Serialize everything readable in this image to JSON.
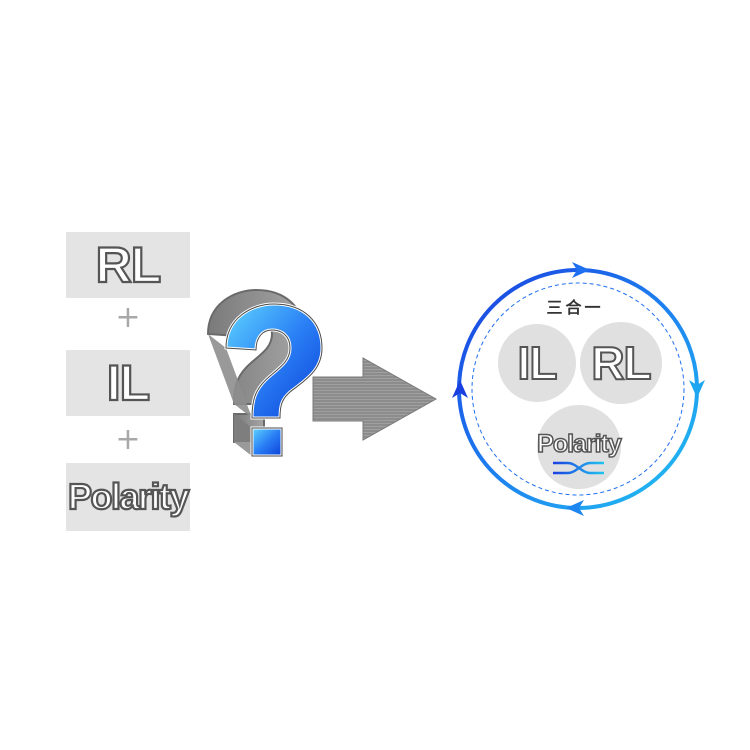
{
  "inputs": {
    "items": [
      {
        "label": "RL"
      },
      {
        "label": "IL"
      },
      {
        "label": "Polarity"
      }
    ],
    "plus_sign": "+"
  },
  "question_icon": "question-mark-3d-icon",
  "arrow_icon": "right-arrow-icon",
  "result": {
    "title": "三合一",
    "circles": {
      "il": "IL",
      "rl": "RL",
      "polarity": "Polarity"
    },
    "cycle_icon": "circular-cycle-arrows-icon",
    "parallel_lines_icon": "parallel-lines-icon",
    "crossed_lines_icon": "crossed-lines-icon"
  },
  "colors": {
    "box_fill": "#e4e4e4",
    "text_outline": "#555555",
    "plus": "#a8a8a8",
    "arrow": "#8a8a8a",
    "cycle_dark": "#1a3fe0",
    "cycle_light": "#22c4f0",
    "circle_fill": "#e0e0e0"
  }
}
